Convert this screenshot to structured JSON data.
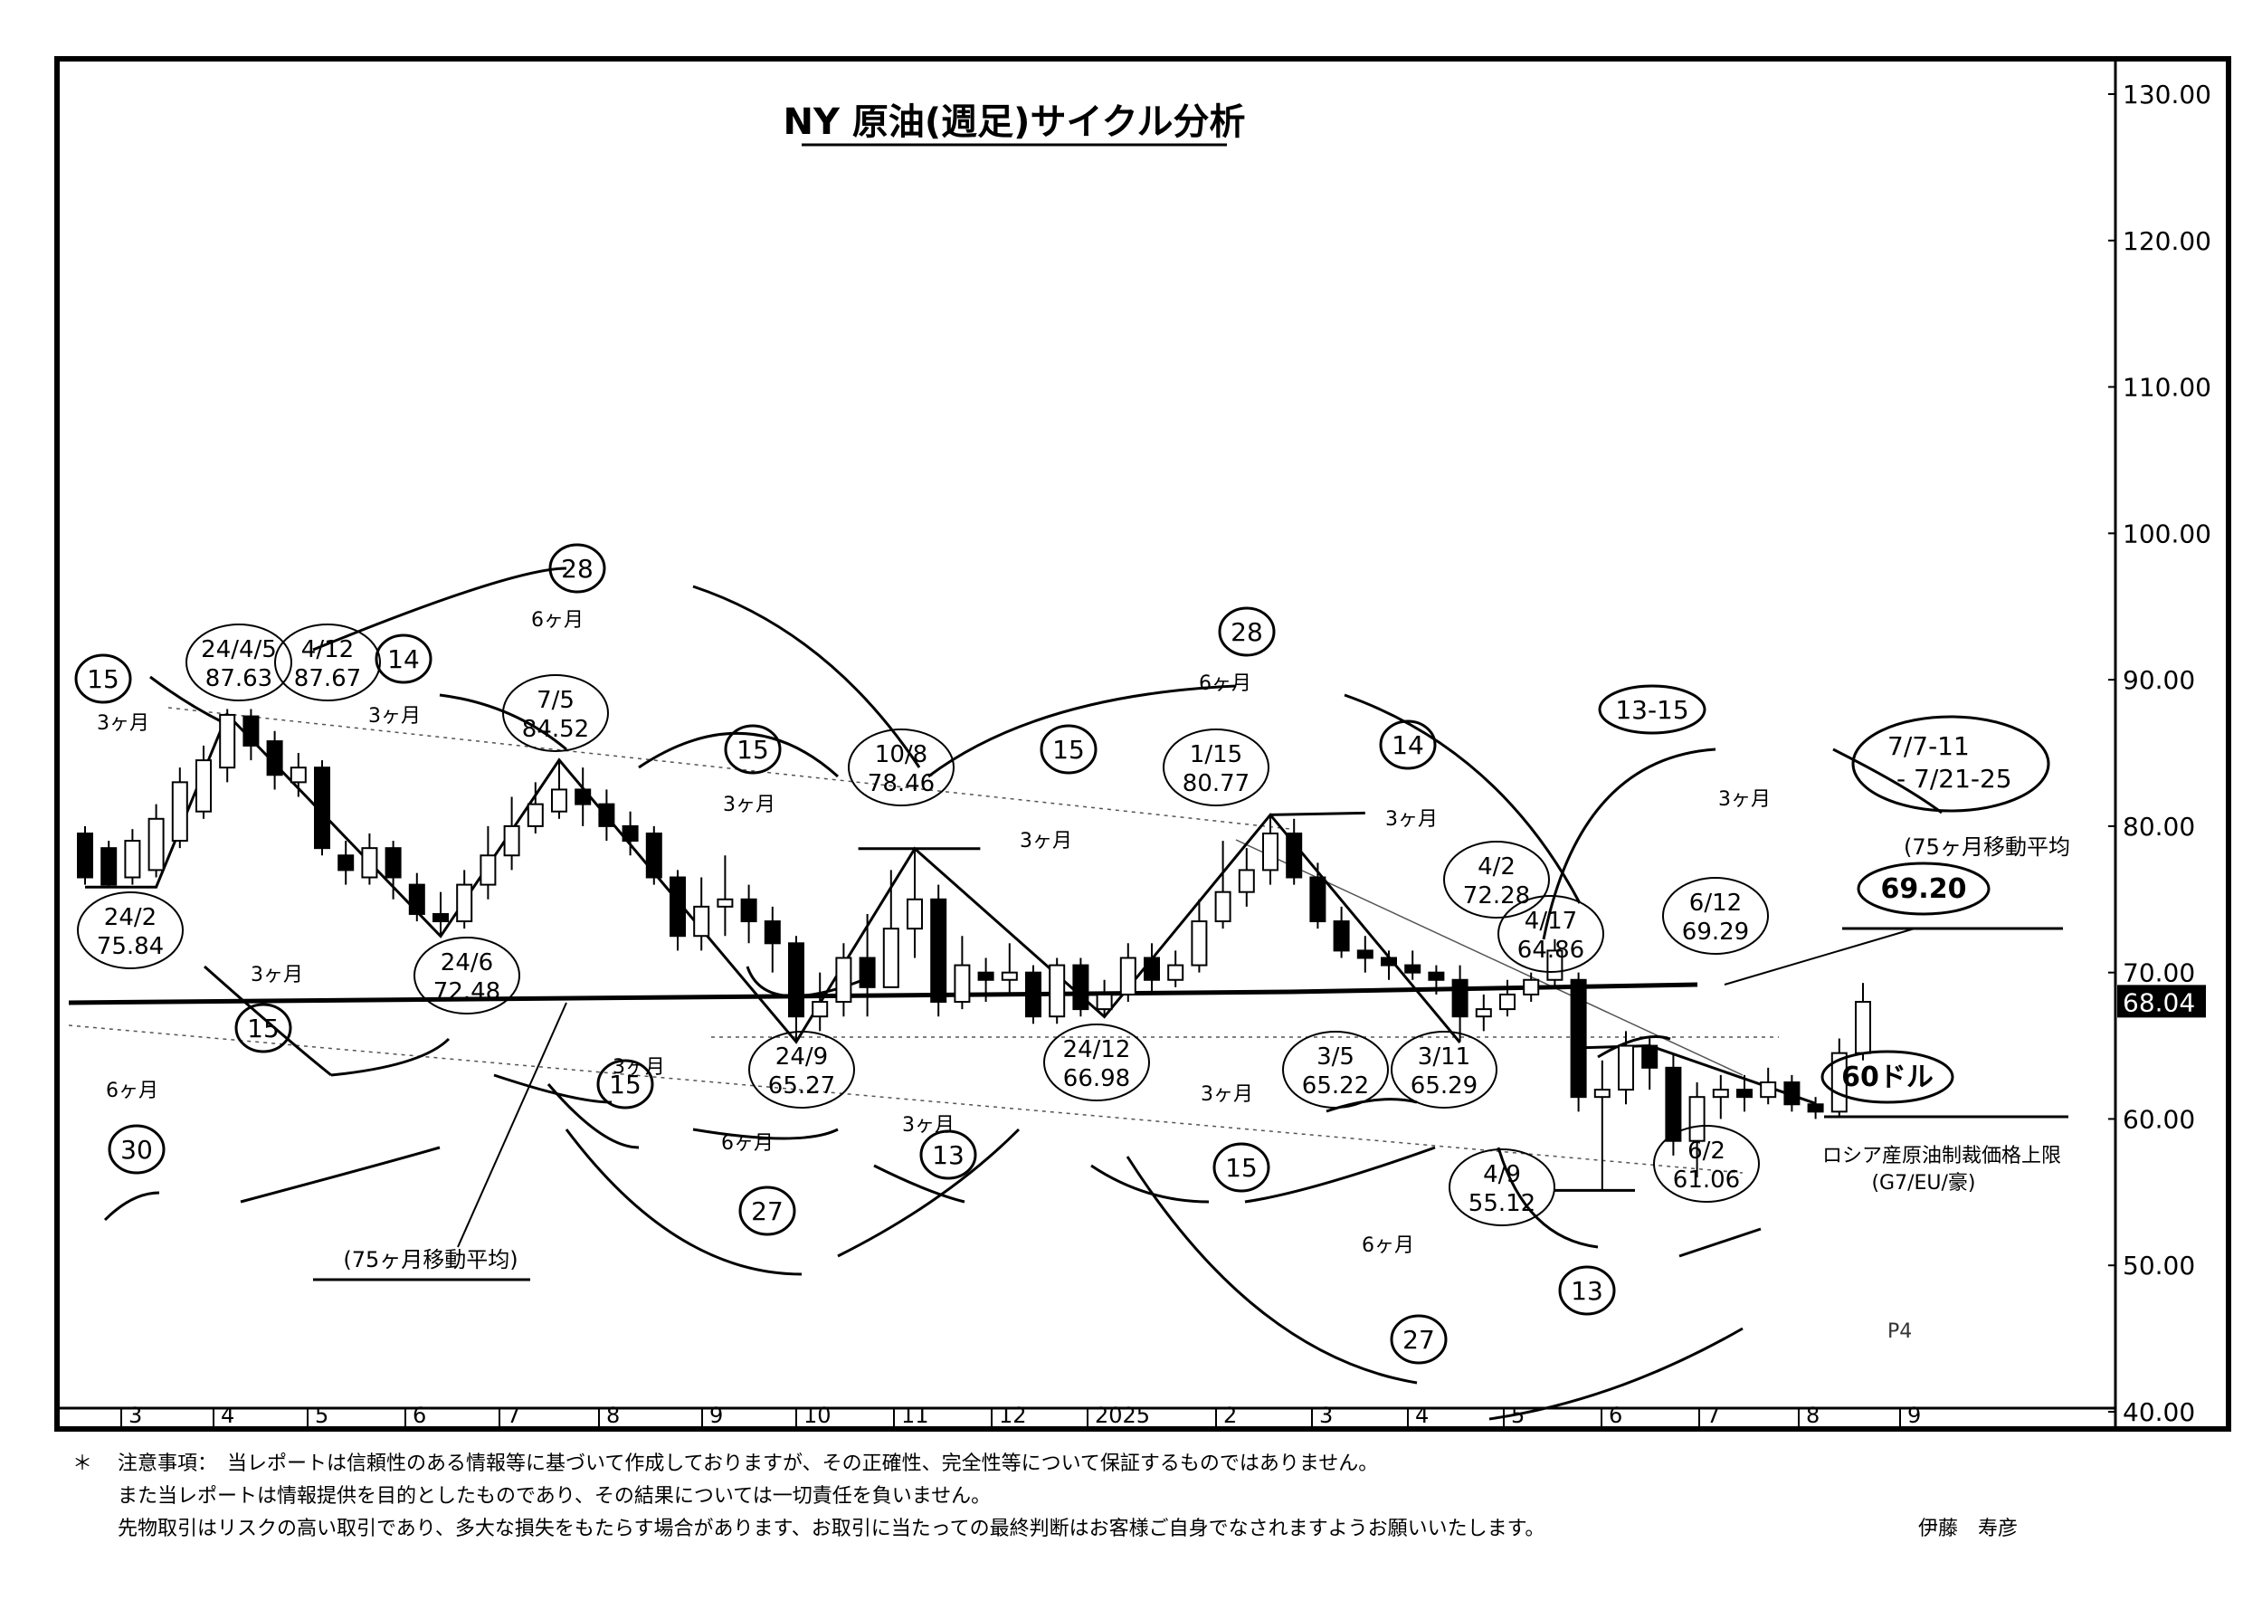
{
  "chart_data": {
    "type": "candlestick",
    "title": "NY 原油(週足)サイクル分析",
    "ylim": [
      40,
      130
    ],
    "yticks": [
      "130.00",
      "120.00",
      "110.00",
      "100.00",
      "90.00",
      "80.00",
      "70.00",
      "60.00",
      "50.00",
      "40.00"
    ],
    "last_price_label": "68.04",
    "xticks": [
      "3",
      "4",
      "5",
      "6",
      "7",
      "8",
      "9",
      "10",
      "11",
      "12",
      "2025",
      "2",
      "3",
      "4",
      "5",
      "6",
      "7",
      "8",
      "9"
    ],
    "candles": [
      [
        79.5,
        76.5,
        80,
        76
      ],
      [
        78.5,
        76,
        79,
        75.8
      ],
      [
        76.5,
        79,
        79.8,
        76
      ],
      [
        77,
        80.5,
        81.5,
        76.5
      ],
      [
        79,
        83,
        84,
        78.5
      ],
      [
        81,
        84.5,
        85.5,
        80.5
      ],
      [
        84,
        87.6,
        88,
        83
      ],
      [
        87.5,
        85.5,
        88,
        84.5
      ],
      [
        85.8,
        83.5,
        86.5,
        82.5
      ],
      [
        83,
        84,
        85,
        82
      ],
      [
        84,
        78.5,
        84.5,
        78
      ],
      [
        78,
        77,
        79,
        76
      ],
      [
        76.5,
        78.5,
        79.5,
        76
      ],
      [
        78.5,
        76.5,
        79,
        75
      ],
      [
        76,
        74,
        76.8,
        73.5
      ],
      [
        74,
        73.5,
        75.5,
        72.5
      ],
      [
        73.5,
        76,
        77,
        73
      ],
      [
        76,
        78,
        80,
        75
      ],
      [
        78,
        80,
        82,
        77
      ],
      [
        80,
        81.5,
        83,
        79.5
      ],
      [
        81,
        82.5,
        84.5,
        80.5
      ],
      [
        82.5,
        81.5,
        84,
        80
      ],
      [
        81.5,
        80,
        82.5,
        79
      ],
      [
        80,
        79,
        81,
        78
      ],
      [
        79.5,
        76.5,
        80,
        76
      ],
      [
        76.5,
        72.5,
        77,
        71.5
      ],
      [
        72.5,
        74.5,
        76.5,
        71.5
      ],
      [
        74.5,
        75,
        78,
        72.5
      ],
      [
        75,
        73.5,
        76,
        72
      ],
      [
        73.5,
        72,
        74.5,
        70
      ],
      [
        72,
        67,
        72.5,
        65.3
      ],
      [
        67,
        68,
        70,
        66
      ],
      [
        68,
        71,
        72,
        67
      ],
      [
        71,
        69,
        74,
        67
      ],
      [
        69,
        73,
        77,
        69
      ],
      [
        73,
        75,
        78.5,
        71
      ],
      [
        75,
        68,
        76,
        67
      ],
      [
        68,
        70.5,
        72.5,
        67.5
      ],
      [
        70,
        69.5,
        71,
        68
      ],
      [
        69.5,
        70,
        72,
        68.5
      ],
      [
        70,
        67,
        70.5,
        66.5
      ],
      [
        67,
        70.5,
        71,
        66.5
      ],
      [
        70.5,
        67.5,
        71,
        67
      ],
      [
        67.5,
        68.5,
        69.5,
        66.98
      ],
      [
        68.5,
        71,
        72,
        68
      ],
      [
        71,
        69.5,
        72,
        68.5
      ],
      [
        69.5,
        70.5,
        71.5,
        69
      ],
      [
        70.5,
        73.5,
        75,
        70
      ],
      [
        73.5,
        75.5,
        79,
        73
      ],
      [
        75.5,
        77,
        78.5,
        74.5
      ],
      [
        77,
        79.5,
        80.77,
        76
      ],
      [
        79.5,
        76.5,
        80.5,
        76
      ],
      [
        76.5,
        73.5,
        77.5,
        73
      ],
      [
        73.5,
        71.5,
        74.5,
        71
      ],
      [
        71.5,
        71,
        72.5,
        70
      ],
      [
        71,
        70.5,
        71.5,
        69.5
      ],
      [
        70.5,
        70,
        71.5,
        69.5
      ],
      [
        70,
        69.5,
        70.5,
        68.5
      ],
      [
        69.5,
        67,
        70.5,
        65.3
      ],
      [
        67,
        67.5,
        68.5,
        66
      ],
      [
        67.5,
        68.5,
        69.5,
        67
      ],
      [
        68.5,
        69.5,
        70,
        68
      ],
      [
        69.5,
        71.5,
        72.28,
        69
      ],
      [
        69.5,
        61.5,
        70,
        60.5
      ],
      [
        61.5,
        62,
        64,
        55.12
      ],
      [
        62,
        65,
        66,
        61
      ],
      [
        65,
        63.5,
        65.5,
        62
      ],
      [
        63.5,
        58.5,
        64.5,
        57.5
      ],
      [
        58.5,
        61.5,
        62.5,
        56
      ],
      [
        61.5,
        62,
        63,
        60
      ],
      [
        62,
        61.5,
        63,
        60.5
      ],
      [
        61.5,
        62.5,
        63.5,
        61
      ],
      [
        62.5,
        61,
        63,
        60.5
      ],
      [
        61,
        60.5,
        61.5,
        60
      ],
      [
        60.5,
        64.5,
        65.5,
        60.2
      ],
      [
        64.5,
        68,
        69.29,
        64
      ]
    ],
    "series": [
      {
        "name": "75ヶ月移動平均",
        "values": [
          68.2,
          69.3
        ]
      }
    ],
    "annotations": {
      "pivots": [
        {
          "date": "24/4/5",
          "value": "87.63"
        },
        {
          "date": "4/12",
          "value": "87.67"
        },
        {
          "date": "7/5",
          "value": "84.52"
        },
        {
          "date": "10/8",
          "value": "78.46"
        },
        {
          "date": "1/15",
          "value": "80.77"
        },
        {
          "date": "4/2",
          "value": "72.28"
        },
        {
          "date": "4/17",
          "value": "64.86"
        },
        {
          "date": "6/12",
          "value": "69.29"
        },
        {
          "date": "24/2",
          "value": "75.84"
        },
        {
          "date": "24/6",
          "value": "72.48"
        },
        {
          "date": "24/9",
          "value": "65.27"
        },
        {
          "date": "24/12",
          "value": "66.98"
        },
        {
          "date": "3/5",
          "value": "65.22"
        },
        {
          "date": "3/11",
          "value": "65.29"
        },
        {
          "date": "4/9",
          "value": "55.12"
        },
        {
          "date": "6/2",
          "value": "61.06"
        }
      ],
      "cycle_counts": [
        "15",
        "28",
        "14",
        "15",
        "15",
        "28",
        "14",
        "13-15",
        "15",
        "15",
        "13",
        "15",
        "30",
        "27",
        "27",
        "13"
      ],
      "period_labels": [
        "3ヶ月",
        "6ヶ月",
        "3ヶ月",
        "3ヶ月",
        "3ヶ月",
        "6ヶ月",
        "3ヶ月",
        "3ヶ月",
        "3ヶ月",
        "3ヶ月",
        "3ヶ月",
        "3ヶ月",
        "6ヶ月",
        "6ヶ月",
        "6ヶ月"
      ],
      "forecast": [
        "7/7-11",
        "- 7/21-25"
      ],
      "ma_label_right": "(75ヶ月移動平均",
      "ma_value": "69.20",
      "ma_label_bottom": "(75ヶ月移動平均)",
      "price_level": "60ドル",
      "price_level_note": [
        "ロシア産原油制裁価格上限",
        "(G7/EU/豪)"
      ],
      "page_label": "P4"
    }
  },
  "footer": {
    "star": "＊",
    "line1": "注意事項：　当レポートは信頼性のある情報等に基づいて作成しておりますが、その正確性、完全性等について保証するものではありません。",
    "line2": "また当レポートは情報提供を目的としたものであり、その結果については一切責任を負いません。",
    "line3": "先物取引はリスクの高い取引であり、多大な損失をもたらす場合があります、お取引に当たっての最終判断はお客様ご自身でなされますようお願いいたします。",
    "author": "伊藤　寿彦"
  }
}
